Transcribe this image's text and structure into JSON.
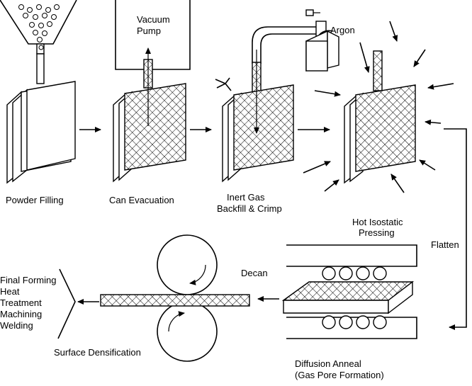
{
  "labels": {
    "powder_filling": "Powder Filling",
    "can_evacuation": "Can Evacuation",
    "vacuum_pump_1": "Vacuum",
    "vacuum_pump_2": "Pump",
    "argon": "Argon",
    "inert_gas_1": "Inert Gas",
    "inert_gas_2": "Backfill & Crimp",
    "hip_1": "Hot Isostatic",
    "hip_2": "Pressing",
    "flatten": "Flatten",
    "decan": "Decan",
    "diffusion_1": "Diffusion Anneal",
    "diffusion_2": "(Gas Pore Formation)",
    "surface_densification": "Surface Densification",
    "final_1": "Final Forming",
    "final_2": "Heat",
    "final_3": "Treatment",
    "final_4": "Machining",
    "final_5": "Welding"
  }
}
